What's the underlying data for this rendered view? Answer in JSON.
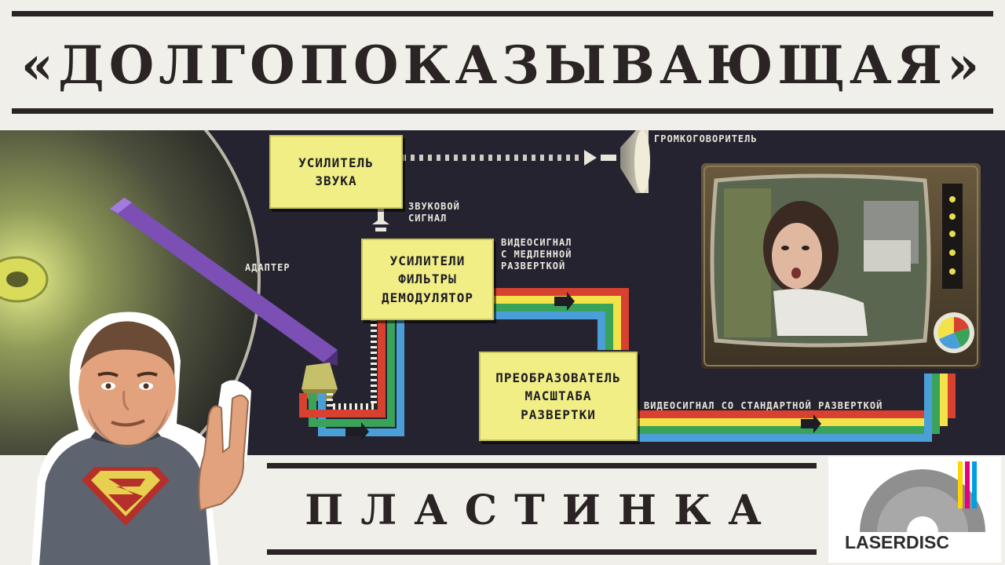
{
  "header": {
    "title": "«ДОЛГОПОКАЗЫВАЮЩАЯ»"
  },
  "diagram": {
    "boxes": {
      "audio_amp": "УСИЛИТЕЛЬ ЗВУКА",
      "amp_filter_demod": "УСИЛИТЕЛИ ФИЛЬТРЫ ДЕМОДУЛЯТОР",
      "scan_converter": "ПРЕОБРАЗОВАТЕЛЬ МАСШТАБА РАЗВЕРТКИ"
    },
    "box_lines": {
      "audio_amp": [
        "УСИЛИТЕЛЬ",
        "ЗВУКА"
      ],
      "amp_filter_demod": [
        "УСИЛИТЕЛИ",
        "ФИЛЬТРЫ",
        "ДЕМОДУЛЯТОР"
      ],
      "scan_converter": [
        "ПРЕОБРАЗОВАТЕЛЬ",
        "МАСШТАБА",
        "РАЗВЕРТКИ"
      ]
    },
    "labels": {
      "speaker": "ГРОМКОГОВОРИТЕЛЬ",
      "audio_signal_1": "ЗВУКОВОЙ",
      "audio_signal_2": "СИГНАЛ",
      "adapter": "АДАПТЕР",
      "slow_video_1": "ВИДЕОСИГНАЛ",
      "slow_video_2": "С МЕДЛЕННОЙ",
      "slow_video_3": "РАЗВЕРТКОЙ",
      "std_video": "ВИДЕОСИГНАЛ СО СТАНДАРТНОЙ РАЗВЕРТКОЙ"
    },
    "colors": {
      "background": "#262331",
      "box_fill": "#f1ee86",
      "signal_red": "#d8402f",
      "signal_green": "#3aa35a",
      "signal_blue": "#4a9fd8",
      "signal_yellow": "#f3e24a",
      "adapter_arm": "#7b4fb3"
    }
  },
  "footer": {
    "subtitle": "ПЛАСТИНКА",
    "logo_text": "LASERDISC",
    "logo_stripe_colors": [
      "#ffd400",
      "#e5007e",
      "#00a0e0"
    ]
  },
  "avatar": {
    "shirt_emblem": "superman-s-icon"
  }
}
